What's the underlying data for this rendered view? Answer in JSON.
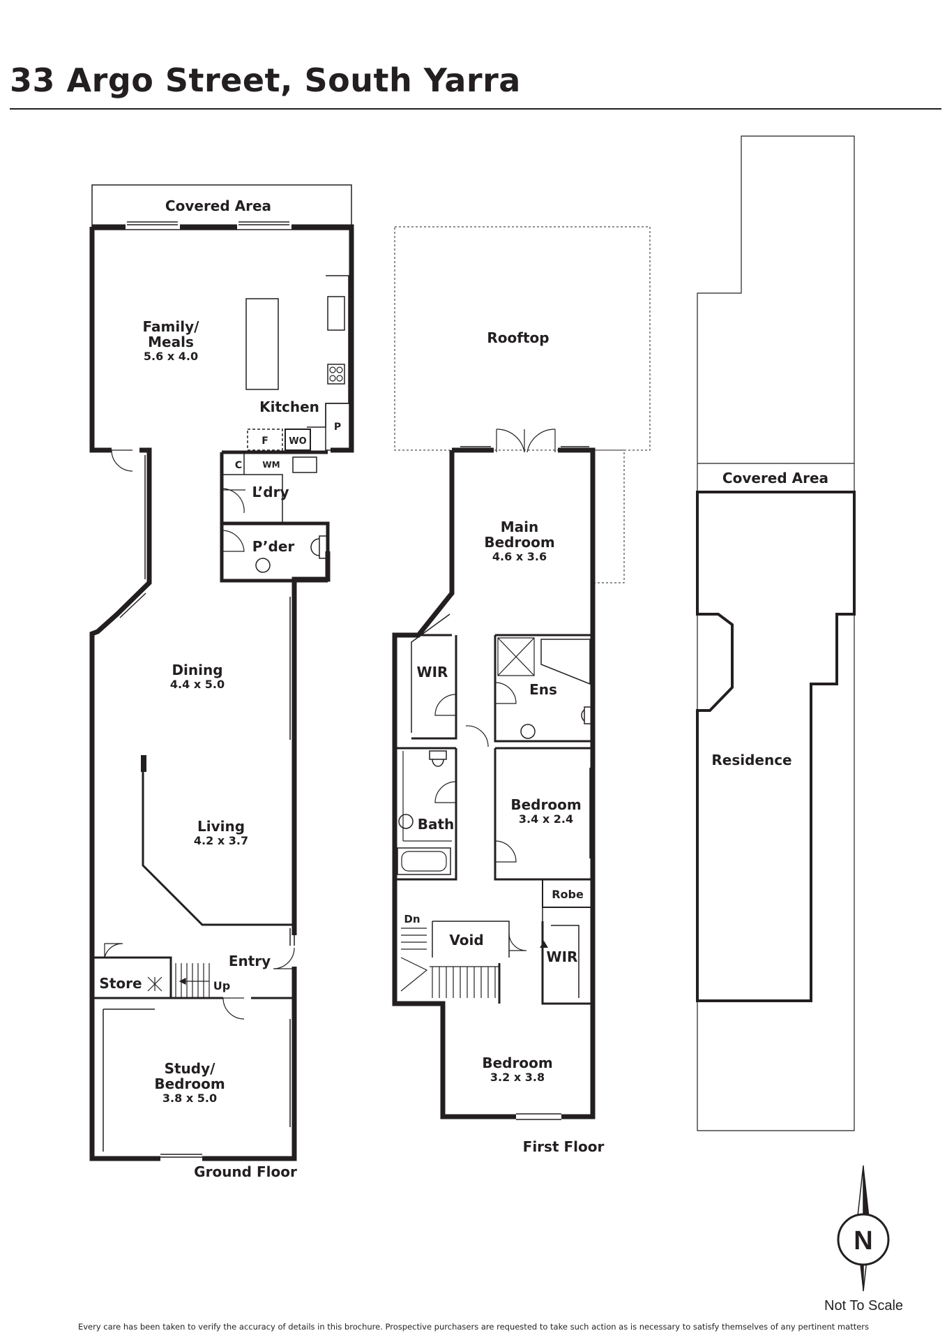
{
  "header": {
    "title": "33 Argo Street, South Yarra"
  },
  "ground_floor": {
    "label": "Ground Floor",
    "covered_area": "Covered Area",
    "family": {
      "name": "Family/\nMeals",
      "size": "5.6 x 4.0"
    },
    "kitchen": "Kitchen",
    "pantry": "P",
    "fridge": "F",
    "wall_oven": "WO",
    "cupboard": "C",
    "washing_machine": "WM",
    "laundry": "L’dry",
    "powder": "P’der",
    "dining": {
      "name": "Dining",
      "size": "4.4 x 5.0"
    },
    "living": {
      "name": "Living",
      "size": "4.2 x 3.7"
    },
    "entry": "Entry",
    "store": "Store",
    "stairs_up": "Up",
    "study": {
      "name": "Study/\nBedroom",
      "size": "3.8 x 5.0"
    }
  },
  "first_floor": {
    "label": "First Floor",
    "rooftop": "Rooftop",
    "main_bedroom": {
      "name": "Main\nBedroom",
      "size": "4.6 x 3.6"
    },
    "wir1": "WIR",
    "ensuite": "Ens",
    "bath": "Bath",
    "bedroom2": {
      "name": "Bedroom",
      "size": "3.4 x 2.4"
    },
    "robe": "Robe",
    "stairs_down": "Dn",
    "void": "Void",
    "wir2": "WIR",
    "bedroom3": {
      "name": "Bedroom",
      "size": "3.2 x 3.8"
    }
  },
  "site": {
    "covered_area": "Covered Area",
    "residence": "Residence"
  },
  "compass": {
    "letter": "N"
  },
  "footer": {
    "not_to_scale": "Not To Scale",
    "disclaimer": "Every care has been taken to verify the accuracy of details in this brochure. Prospective purchasers are requested to take such action as is necessary to satisfy themselves of any pertinent matters"
  }
}
